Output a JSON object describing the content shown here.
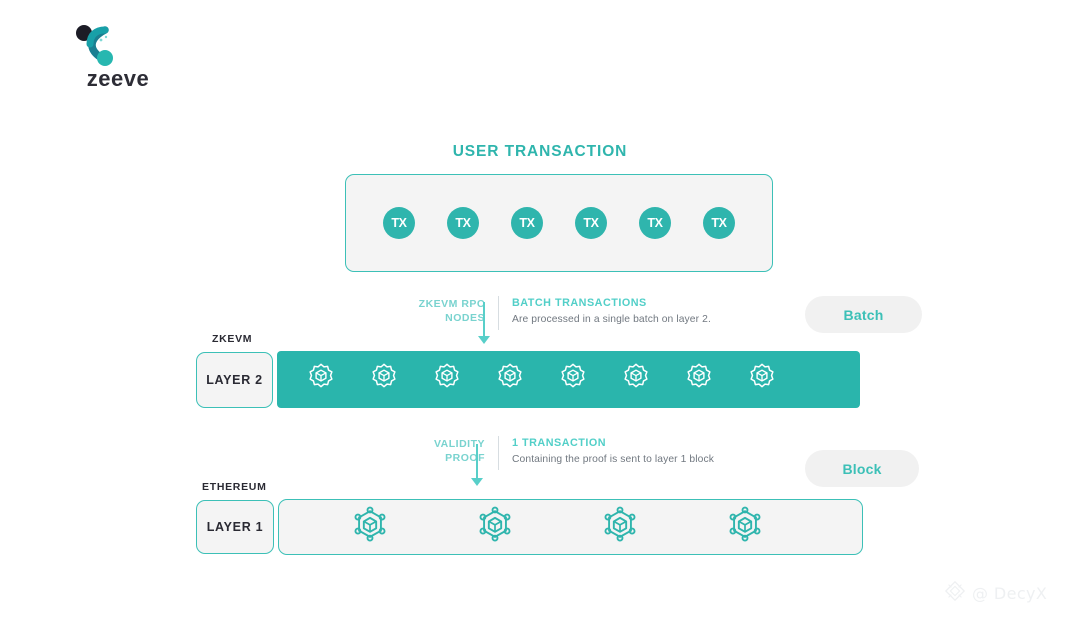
{
  "brand": {
    "name": "zeeve",
    "logo_icon": "zeeve-node-logo"
  },
  "diagram": {
    "title": "USER TRANSACTION",
    "user_transactions": {
      "tx_label": "TX",
      "count": 6,
      "items": [
        "TX",
        "TX",
        "TX",
        "TX",
        "TX",
        "TX"
      ]
    },
    "flow_steps": [
      {
        "left_label": "ZKEVM RPC\nNODES",
        "left_label_line1": "ZKEVM RPC",
        "left_label_line2": "NODES",
        "heading": "BATCH TRANSACTIONS",
        "description": "Are processed in a single batch on layer 2.",
        "arrow_icon": "arrow-down-icon"
      },
      {
        "left_label_line1": "VALIDITY",
        "left_label_line2": "PROOF",
        "heading": "1 TRANSACTION",
        "description": "Containing the proof is sent to layer 1 block",
        "arrow_icon": "arrow-down-icon"
      }
    ],
    "side_pills": [
      {
        "label": "Batch"
      },
      {
        "label": "Block"
      }
    ],
    "layers": [
      {
        "tag": "ZKEVM",
        "chip_label": "LAYER 2",
        "node_icon": "zkevm-cube-node-icon",
        "node_count": 8
      },
      {
        "tag": "ETHEREUM",
        "chip_label": "LAYER 1",
        "node_icon": "ethereum-block-node-icon",
        "node_count": 4
      }
    ]
  },
  "watermark": {
    "handle": "@ DecyX",
    "icon": "diamond-watermark-icon"
  },
  "colors": {
    "teal": "#2fb5ad",
    "teal_light": "#58cfc9",
    "teal_border": "#3cc0b7",
    "panel_gray": "#f4f4f4",
    "pill_gray": "#f1f1f1",
    "text_dark": "#2a2a33",
    "text_muted": "#717880"
  }
}
